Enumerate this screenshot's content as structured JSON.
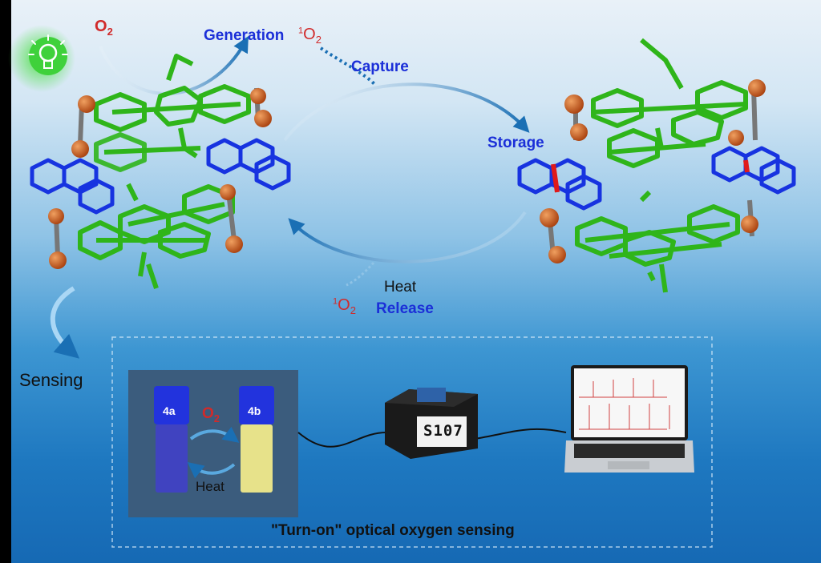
{
  "labels": {
    "o2_top": "O2",
    "generation": "Generation",
    "singlet_o2_top": "1O2",
    "capture": "Capture",
    "storage": "Storage",
    "heat": "Heat",
    "singlet_o2_bottom": "1O2",
    "release": "Release",
    "sensing": "Sensing",
    "vial_a": "4a",
    "vial_b": "4b",
    "vial_o2": "O2",
    "vial_heat": "Heat",
    "device_id": "S107",
    "caption": "\"Turn-on\" optical oxygen sensing"
  },
  "colors": {
    "cage_green": "#3cc21c",
    "anthracene_blue": "#1733e0",
    "metal_orange": "#c2561a",
    "endoperoxide_red": "#e01a1a",
    "text_blue": "#1b2fd8",
    "text_red": "#d12a2a"
  },
  "icons": [
    "light-bulb-icon",
    "laptop-icon",
    "sensor-device-icon"
  ]
}
